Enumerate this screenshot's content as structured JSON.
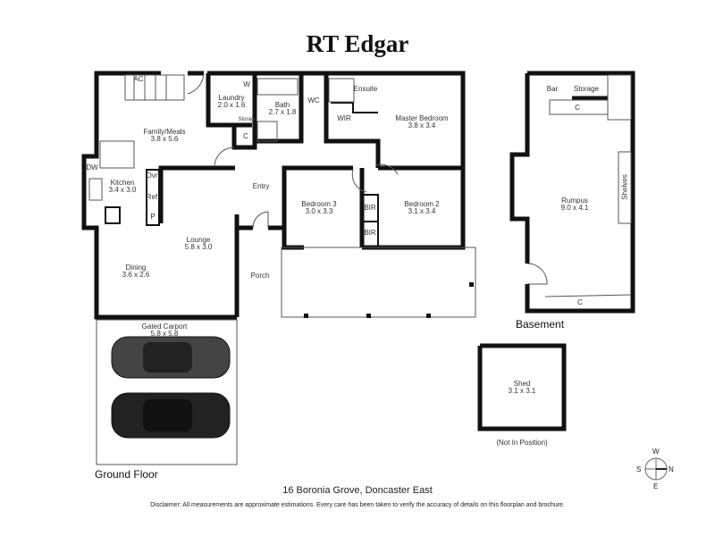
{
  "brand": "RT Edgar",
  "rooms": {
    "ac": "AC",
    "family_meals": {
      "name": "Family/Meals",
      "size": "3.8 x 5.6"
    },
    "laundry": {
      "name": "Laundry",
      "size": "2.0 x 1.6"
    },
    "w": "W",
    "storage_small": "Storage",
    "c_hall": "C",
    "bath": {
      "name": "Bath",
      "size": "2.7 x 1.8"
    },
    "wc": "WC",
    "ensuite": "Ensuite",
    "wir": "WIR",
    "master": {
      "name": "Master Bedroom",
      "size": "3.8 x 3.4"
    },
    "dw": "DW",
    "kitchen": {
      "name": "Kitchen",
      "size": "3.4 x 3.0"
    },
    "ovn": "Ovn",
    "ref": "Ref.",
    "p": "P",
    "entry": "Entry",
    "bedroom3": {
      "name": "Bedroom 3",
      "size": "3.0 x 3.3"
    },
    "bedroom2": {
      "name": "Bedroom 2",
      "size": "3.1 x 3.4"
    },
    "bir1": "BIR",
    "bir2": "BIR",
    "lounge": {
      "name": "Lounge",
      "size": "5.8 x 3.0"
    },
    "dining": {
      "name": "Dining",
      "size": "3.6 x 2.6"
    },
    "porch": "Porch",
    "carport": {
      "name": "Gated Carport",
      "size": "5.8 x 5.8"
    },
    "bar": "Bar",
    "storage": "Storage",
    "c_bar": "C",
    "rumpus": {
      "name": "Rumpus",
      "size": "9.0 x 4.1"
    },
    "shelves": "Shelves",
    "c_rumpus": "C",
    "shed": {
      "name": "Shed",
      "size": "3.1 x 3.1"
    }
  },
  "floors": {
    "ground": "Ground Floor",
    "basement": "Basement",
    "shed_note": "(Not In Position)"
  },
  "address": "16 Boronia Grove, Doncaster East",
  "disclaimer": "Disclaimer: All measurements are approximate estimations. Every care has been taken to verify the accuracy of details on this floorplan and brochure.",
  "compass": {
    "w": "W",
    "s": "S",
    "n": "N",
    "e": "E"
  }
}
